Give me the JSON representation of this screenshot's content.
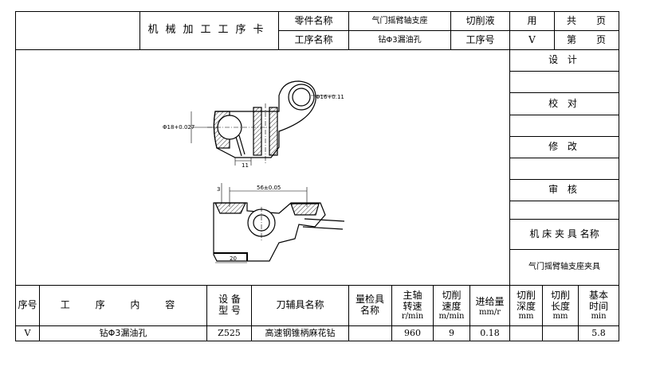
{
  "header": {
    "card_title": "机械加工工序卡",
    "part_name_label": "零件名称",
    "part_name_value": "气门摇臂轴支座",
    "coolant_label": "切削液",
    "usage_label": "用",
    "total_label": "共",
    "page_label": "页",
    "process_name_label": "工序名称",
    "process_name_value": "钻Φ3漏油孔",
    "process_no_label": "工序号",
    "process_no_value": "V",
    "sheet_label": "第",
    "sheet_page_label": "页"
  },
  "sidebar": {
    "design": "设 计",
    "check": "校 对",
    "revise": "修 改",
    "review": "审 核",
    "fixture_label": "机 床 夹 具 名称",
    "fixture_value": "气门摇臂轴支座夹具"
  },
  "drawing": {
    "dim_bore_top": "Φ16+0.11",
    "dim_bore_left": "Φ18+0.027",
    "dim_width": "11",
    "dim_center": "56±0.05",
    "dim_height": "3",
    "dim_bottom": "20"
  },
  "table": {
    "headers": {
      "seq": "序号",
      "content": "工 序 内 容",
      "equipment": "设 备 型 号",
      "tool": "刀辅具名称",
      "gauge": "量检具名称",
      "spindle": "主轴转速",
      "spindle_unit": "r/min",
      "cut_speed": "切削速度",
      "cut_speed_unit": "m/min",
      "feed": "进给量",
      "feed_unit": "mm/r",
      "cut_depth": "切削深度",
      "cut_depth_unit": "mm",
      "cut_length": "切削长度",
      "cut_length_unit": "mm",
      "base_time": "基本时间",
      "base_time_unit": "min"
    },
    "row": {
      "seq": "V",
      "content": "钻Φ3漏油孔",
      "equipment": "Z525",
      "tool": "高速钢锥柄麻花钻",
      "gauge": "",
      "spindle": "960",
      "cut_speed": "9",
      "feed": "0.18",
      "cut_depth": "",
      "cut_length": "",
      "base_time": "5.8"
    }
  }
}
